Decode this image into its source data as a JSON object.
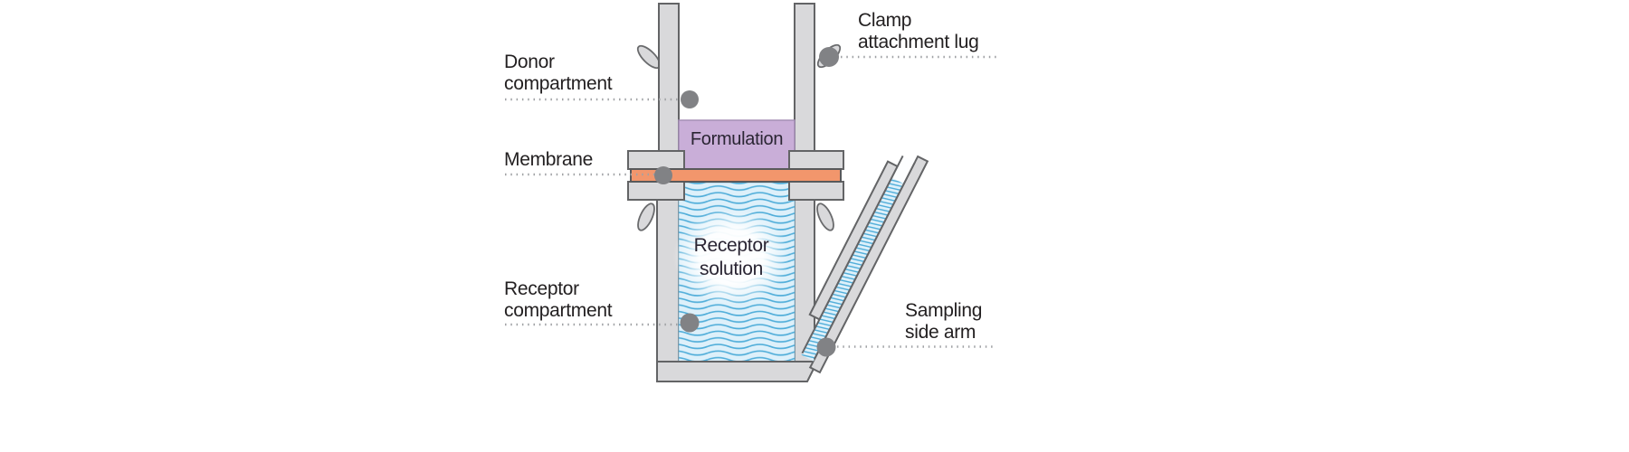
{
  "figure": {
    "type": "labeled-diagram",
    "subject": "diffusion-cell-apparatus",
    "labels": {
      "donor": [
        "Donor",
        "compartment"
      ],
      "clamp": [
        "Clamp",
        "attachment lug"
      ],
      "membrane": [
        "Membrane"
      ],
      "receptor": [
        "Receptor",
        "compartment"
      ],
      "sampling": [
        "Sampling",
        "side arm"
      ],
      "formulation": [
        "Formulation"
      ],
      "receptor_solution": [
        "Receptor",
        "solution"
      ]
    },
    "colors": {
      "glass_fill": "#d9d9db",
      "glass_outline": "#636466",
      "formulation_fill": "#c9aed8",
      "membrane_fill": "#f2966c",
      "liquid_fill": "#ddf0fa",
      "liquid_line": "#4fadd9",
      "marker_dot": "#818285",
      "leader_line": "#a0a2a5",
      "label_text": "#232021"
    },
    "markers": [
      "donor-marker-dot",
      "membrane-marker-dot",
      "receptor-marker-dot",
      "clamp-marker-dot",
      "sampling-marker-dot"
    ]
  }
}
